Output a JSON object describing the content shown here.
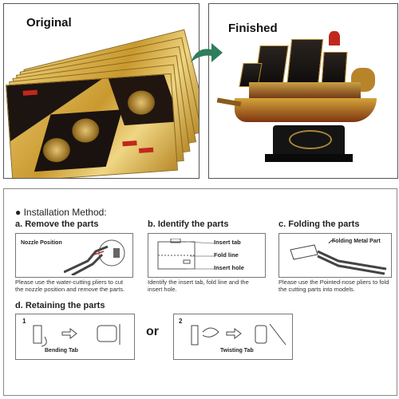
{
  "original_panel": {
    "title": "Original"
  },
  "finished_panel": {
    "title": "Finished"
  },
  "instructions": {
    "heading": "Installation Method:",
    "step_a": {
      "title": "a. Remove the parts",
      "image_label": "Nozzle Position",
      "description": "Please use the water-cutting pliers to cut the nozzle position and remove the parts."
    },
    "step_b": {
      "title": "b. Identify the parts",
      "labels": [
        "Insert tab",
        "Fold line",
        "Insert hole"
      ],
      "description": "Identify the insert tab, fold line and the insert hole."
    },
    "step_c": {
      "title": "c. Folding the parts",
      "image_label": "Folding Metal Part",
      "description": "Please use the Pointed-nose pliers to fold the cutting parts into models."
    },
    "step_d": {
      "title": "d. Retaining the parts",
      "option1": {
        "number": "1",
        "label": "Bending Tab"
      },
      "or_text": "or",
      "option2": {
        "number": "2",
        "label": "Twisting Tab"
      }
    }
  },
  "colors": {
    "gold": "#d4a33a",
    "arrow": "#2e7d5b",
    "dark": "#1a120e",
    "red": "#c0281c"
  }
}
